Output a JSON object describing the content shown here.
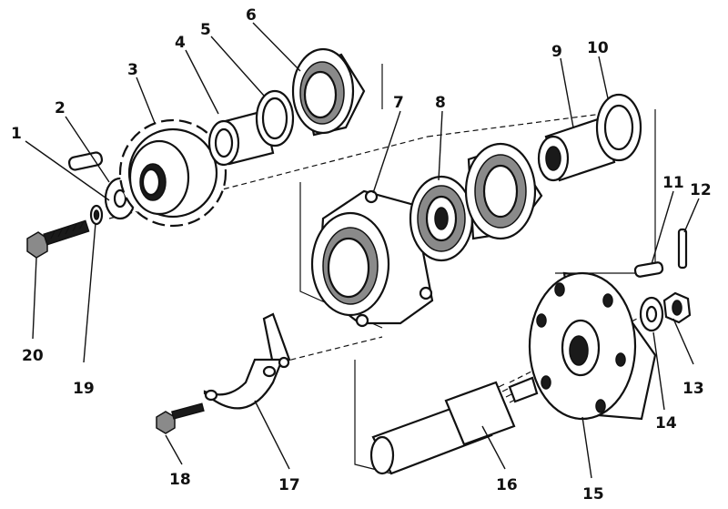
{
  "parts": [
    {
      "number": "1"
    },
    {
      "number": "2"
    },
    {
      "number": "3"
    },
    {
      "number": "4"
    },
    {
      "number": "5"
    },
    {
      "number": "6"
    },
    {
      "number": "7"
    },
    {
      "number": "8"
    },
    {
      "number": "9"
    },
    {
      "number": "10"
    },
    {
      "number": "11"
    },
    {
      "number": "12"
    },
    {
      "number": "13"
    },
    {
      "number": "14"
    },
    {
      "number": "15"
    },
    {
      "number": "16"
    },
    {
      "number": "17"
    },
    {
      "number": "18"
    },
    {
      "number": "19"
    },
    {
      "number": "20"
    }
  ],
  "colors": {
    "ink": "#111111",
    "paper": "#ffffff",
    "shade": "#8a8a8a"
  }
}
